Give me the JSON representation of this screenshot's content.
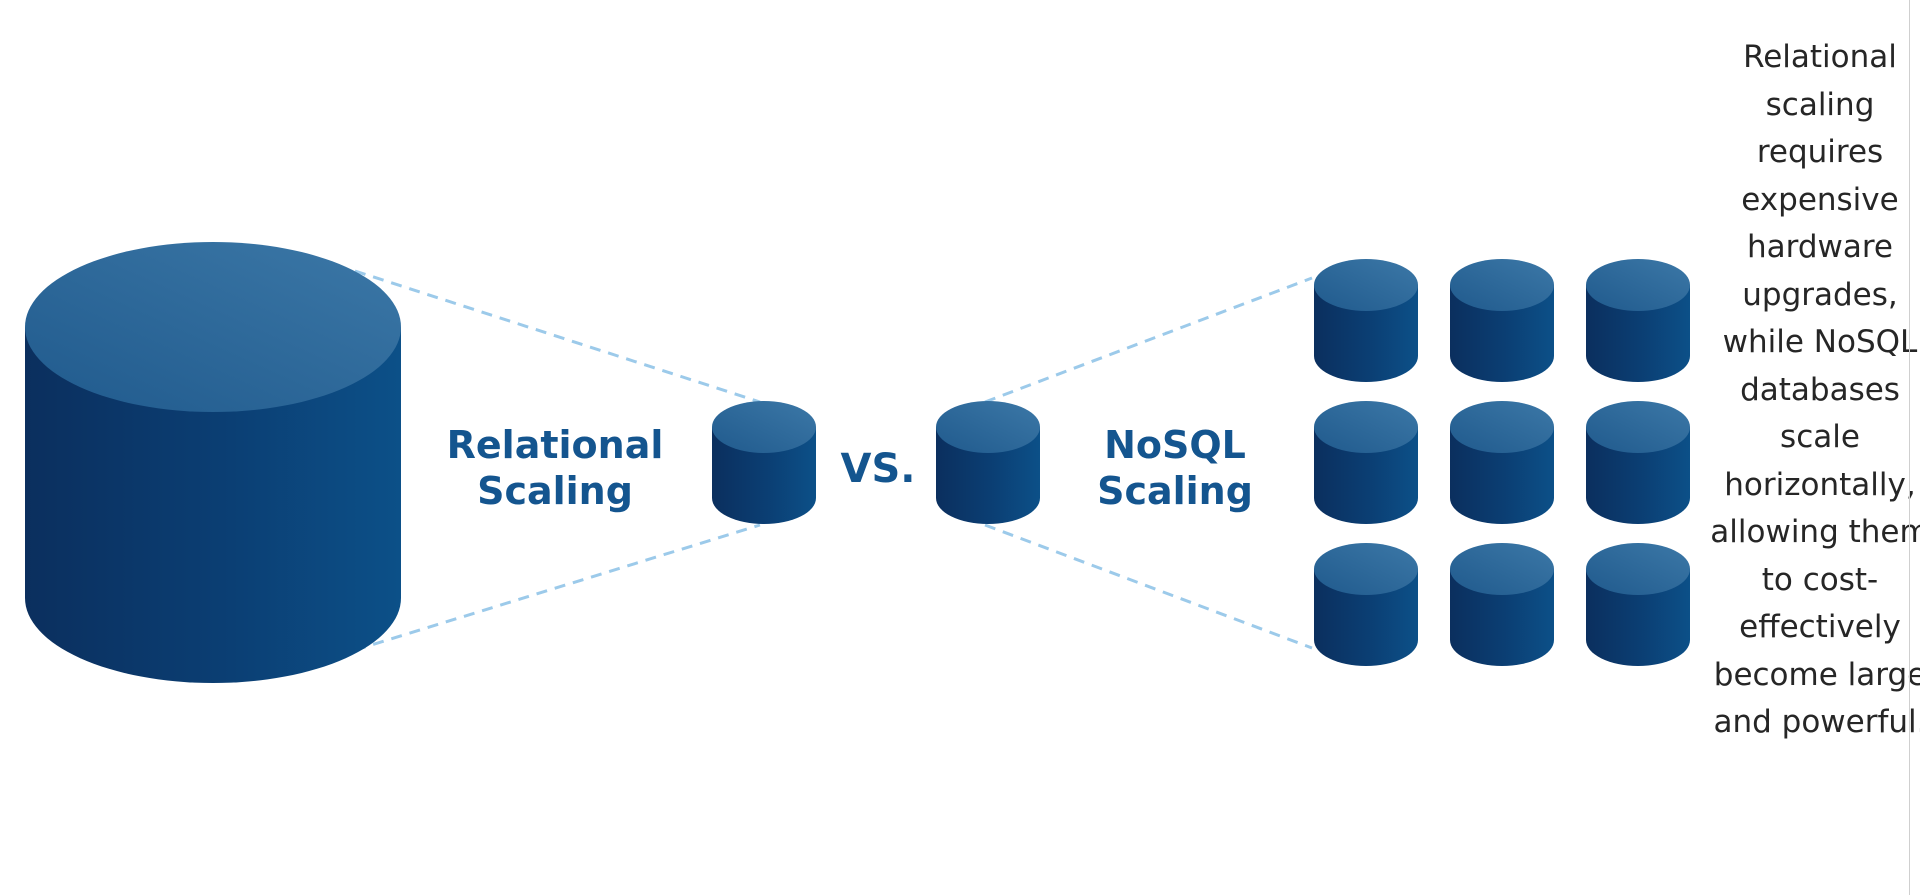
{
  "diagram": {
    "relational_label": "Relational Scaling",
    "vs_label": "VS.",
    "nosql_label": "NoSQL Scaling"
  },
  "caption": {
    "text": "Relational scaling requires expensive hardware upgrades, while NoSQL databases scale horizontally, allowing them to cost-effectively become large and powerful."
  },
  "colors": {
    "database_dark": "#0a3668",
    "database_light": "#3a76a6",
    "connector": "#9ccaea",
    "label": "#14558f",
    "caption_text": "#262626"
  }
}
